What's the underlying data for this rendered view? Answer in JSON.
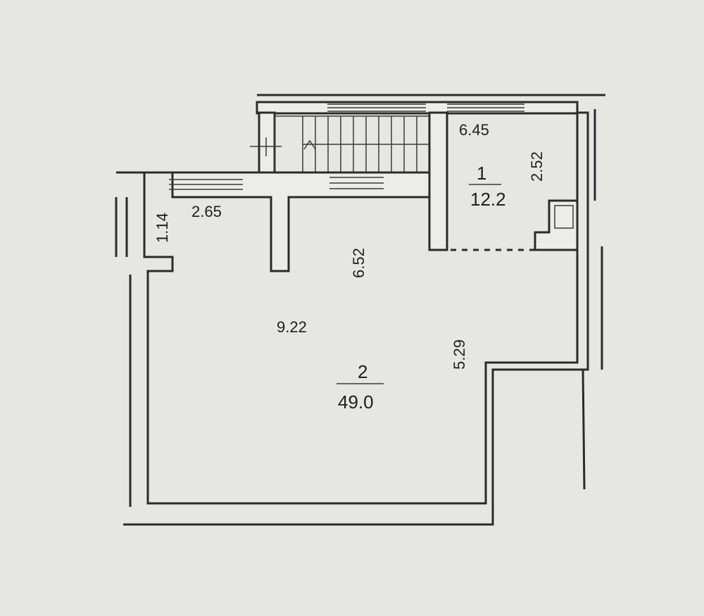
{
  "plan": {
    "dimensions": {
      "top_width": "6.45",
      "stair_room_depth": "2.52",
      "left_width": "2.65",
      "left_pier": "1.14",
      "main_depth": "6.52",
      "main_width": "9.22",
      "right_depth": "5.29"
    },
    "rooms": [
      {
        "number": "1",
        "area": "12.2"
      },
      {
        "number": "2",
        "area": "49.0"
      }
    ]
  }
}
